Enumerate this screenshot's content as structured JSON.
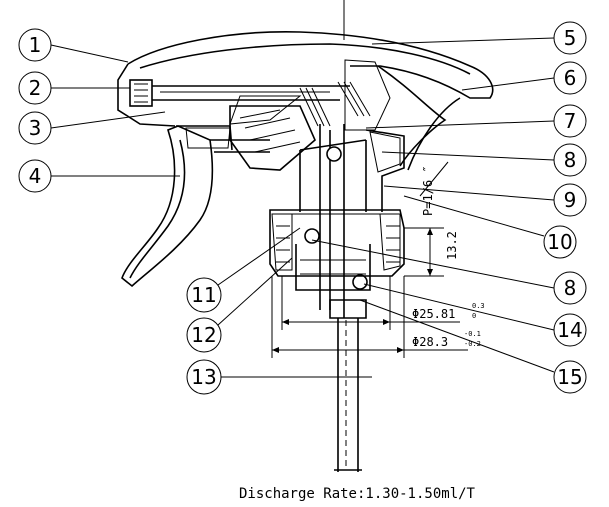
{
  "callouts": {
    "left": [
      "1",
      "2",
      "3",
      "4",
      "11",
      "12",
      "13"
    ],
    "right": [
      "5",
      "6",
      "7",
      "8",
      "9",
      "10",
      "8",
      "14",
      "15"
    ]
  },
  "dimensions": {
    "pitch": "P=1/6 ″",
    "height": "13.2",
    "dia1": {
      "value": "Φ25.81",
      "sup": "0.3",
      "sub": "0"
    },
    "dia2": {
      "value": "Φ28.3",
      "sup": "-0.1",
      "sub": "-0.2"
    }
  },
  "caption": "Discharge Rate:1.30-1.50ml/T"
}
